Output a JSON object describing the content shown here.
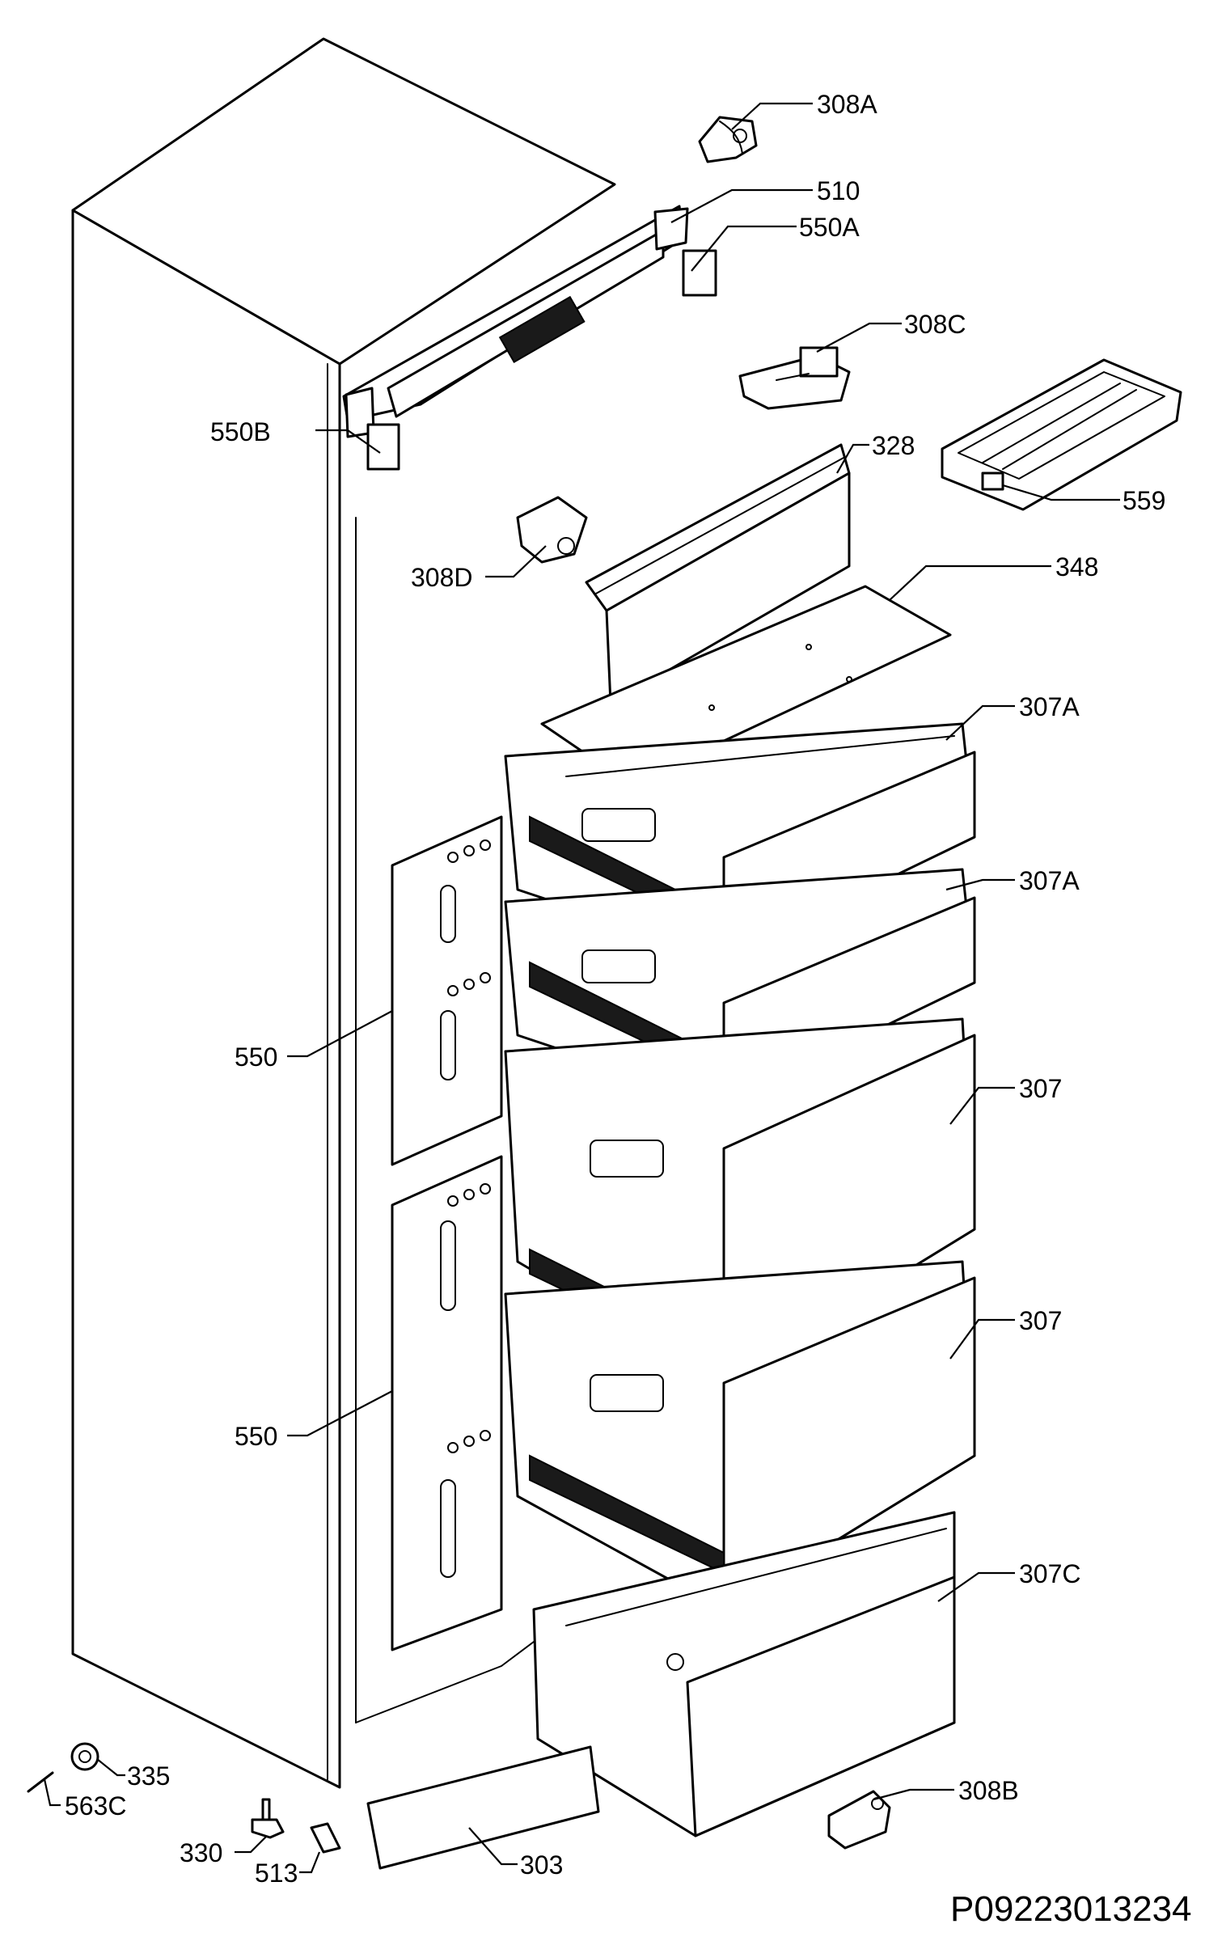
{
  "labels": {
    "308A": "308A",
    "510": "510",
    "550A": "550A",
    "308C": "308C",
    "550B": "550B",
    "328": "328",
    "559": "559",
    "308D": "308D",
    "348": "348",
    "307A_top": "307A",
    "307A_second": "307A",
    "550_upper": "550",
    "307_third": "307",
    "307_fourth": "307",
    "550_lower": "550",
    "307C": "307C",
    "335": "335",
    "563C": "563C",
    "308B": "308B",
    "330": "330",
    "303": "303",
    "513": "513"
  },
  "document_number": "P09223013234"
}
